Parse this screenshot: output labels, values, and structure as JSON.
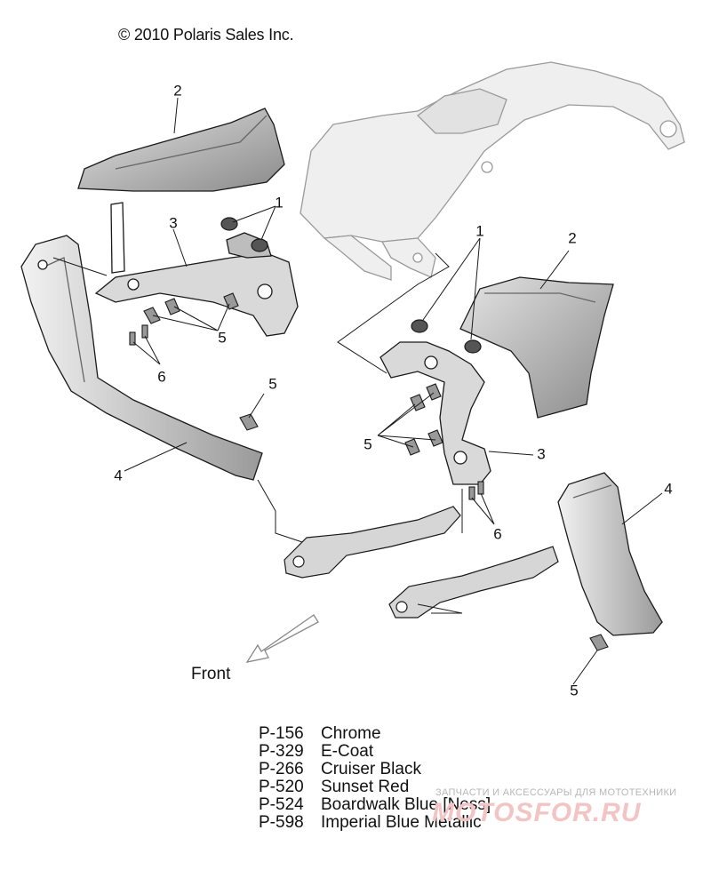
{
  "copyright": "© 2010 Polaris Sales Inc.",
  "callouts": {
    "c2_left": "2",
    "c1_left": "1",
    "c3_left": "3",
    "c5_left": "5",
    "c6_left": "6",
    "c5_mid": "5",
    "c4_left": "4",
    "c1_right": "1",
    "c2_right": "2",
    "c5_right_group": "5",
    "c3_right": "3",
    "c6_right": "6",
    "c4_right": "4",
    "c5_bottom": "5"
  },
  "front_label": "Front",
  "legend": [
    {
      "code": "P-156",
      "name": "Chrome"
    },
    {
      "code": "P-329",
      "name": "E-Coat"
    },
    {
      "code": "P-266",
      "name": "Cruiser Black"
    },
    {
      "code": "P-520",
      "name": "Sunset Red"
    },
    {
      "code": "P-524",
      "name": "Boardwalk Blue [Ness]"
    },
    {
      "code": "P-598",
      "name": "Imperial Blue Metallic"
    }
  ],
  "watermark": {
    "tagline": "ЗАПЧАСТИ И АКСЕССУАРЫ ДЛЯ МОТОТЕХНИКИ",
    "logo": "MOTOSFOR.RU"
  },
  "colors": {
    "line": "#1a1a1a",
    "shade": "#b8b8b8",
    "watermark": "#e88c8c"
  }
}
